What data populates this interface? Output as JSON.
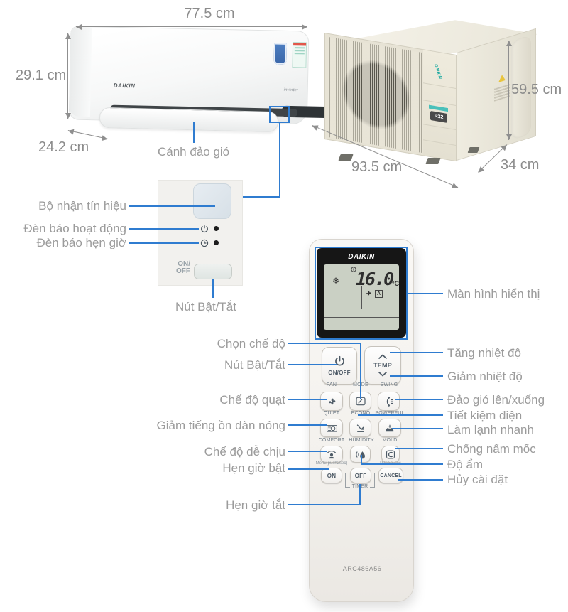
{
  "annotation_color": "#2f7cd0",
  "indoor": {
    "width_label": "77.5 cm",
    "height_label": "29.1 cm",
    "depth_label": "24.2 cm",
    "flap_label": "Cánh đảo gió",
    "brand": "DAIKIN",
    "inverter": "inverter"
  },
  "outdoor": {
    "width_label": "93.5 cm",
    "height_label": "59.5 cm",
    "depth_label": "34 cm",
    "refrigerant": "R32"
  },
  "panel": {
    "receiver_label": "Bộ nhận tín hiệu",
    "operation_light_label": "Đèn báo hoạt động",
    "timer_light_label": "Đèn báo hẹn giờ",
    "onoff_line1": "ON/",
    "onoff_line2": "OFF",
    "power_button_label": "Nút Bật/Tắt"
  },
  "remote": {
    "brand": "DAIKIN",
    "model": "ARC486A56",
    "display": {
      "temp": "16.0",
      "unit": "°C",
      "auto": "A"
    },
    "buttons": {
      "onoff": "ON/OFF",
      "temp": "TEMP",
      "fan": "FAN",
      "mode": "MODE",
      "swing": "SWING",
      "quiet": "QUIET",
      "econo": "ECONO",
      "powerful": "POWERFUL",
      "comfort": "COMFORT",
      "humidity": "HUMIDITY",
      "mold": "MOLD",
      "menu_note": "Menu(push2sec)",
      "push_note": "Push 2 sec",
      "on": "ON",
      "off": "OFF",
      "cancel": "CANCEL",
      "timer": "TIMER"
    },
    "left_labels": [
      "Chọn chế độ",
      "Nút Bật/Tắt",
      "Chế độ quạt",
      "Giảm tiếng ồn dàn nóng",
      "Chế độ dễ chịu",
      "Hẹn giờ bật",
      "Hẹn giờ tắt"
    ],
    "right_labels": [
      "Màn hình hiển thị",
      "Tăng nhiệt độ",
      "Giảm nhiệt độ",
      "Đảo gió lên/xuống",
      "Tiết kiệm điện",
      "Làm lạnh nhanh",
      "Chống nấm mốc",
      "Độ ẩm",
      "Hủy cài đặt"
    ]
  }
}
